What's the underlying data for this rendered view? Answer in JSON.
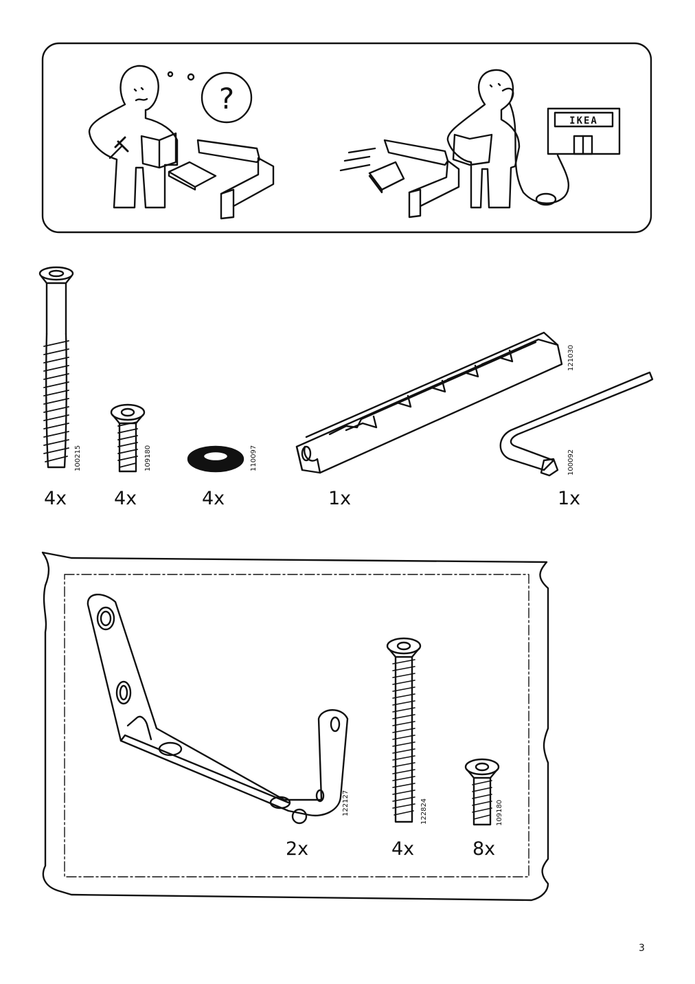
{
  "store_sign": "IKEA",
  "help_icon_symbol": "?",
  "parts": [
    {
      "code": "100215",
      "qty": "4x"
    },
    {
      "code": "109180",
      "qty": "4x"
    },
    {
      "code": "110097",
      "qty": "4x"
    },
    {
      "code": "121030",
      "qty": "1x"
    },
    {
      "code": "100092",
      "qty": "1x"
    }
  ],
  "bag_parts": [
    {
      "code": "122127",
      "qty": "2x"
    },
    {
      "code": "122824",
      "qty": "4x"
    },
    {
      "code": "109180",
      "qty": "8x"
    }
  ],
  "page_number": "3"
}
